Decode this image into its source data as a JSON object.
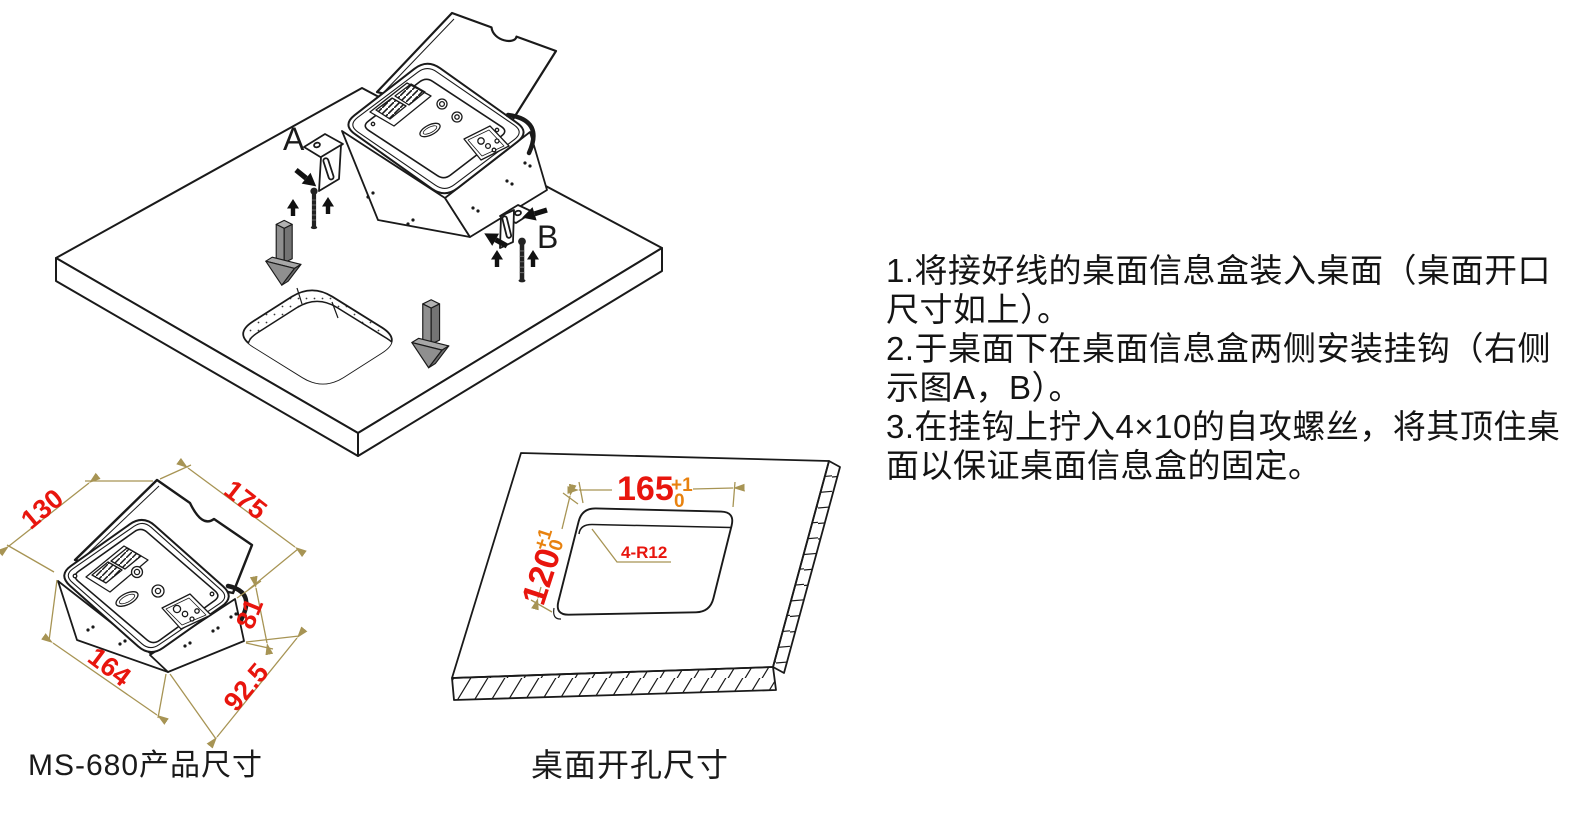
{
  "instructions": {
    "lines": [
      "1.将接好线的桌面信息盒装入桌面（桌面开口",
      "尺寸如上）。",
      "2.于桌面下在桌面信息盒两侧安装挂钩（右侧",
      "示图A，B）。",
      "3.在挂钩上拧入4×10的自攻螺丝，将其顶住桌",
      "面以保证桌面信息盒的固定。"
    ]
  },
  "installation_diagram": {
    "hook_label_a": "A",
    "hook_label_b": "B"
  },
  "product_drawing": {
    "caption": "MS-680产品尺寸",
    "dim_lid_width": "130",
    "dim_lid_depth": "175",
    "dim_base_width": "164",
    "dim_base_depth": "92.5",
    "dim_height": "81"
  },
  "cutout_drawing": {
    "caption": "桌面开孔尺寸",
    "dim_length": "165",
    "dim_length_tol_upper": "+1",
    "dim_length_tol_lower": "0",
    "dim_width": "120",
    "dim_width_tol_upper": "+1",
    "dim_width_tol_lower": "0",
    "corner_note": "4-R12"
  },
  "colors": {
    "dimension_text": "#e8150d",
    "tolerance_text": "#e8820f",
    "dimension_line": "#a79454",
    "drawing_line": "#1a1a1a",
    "page_background": "#ffffff"
  }
}
